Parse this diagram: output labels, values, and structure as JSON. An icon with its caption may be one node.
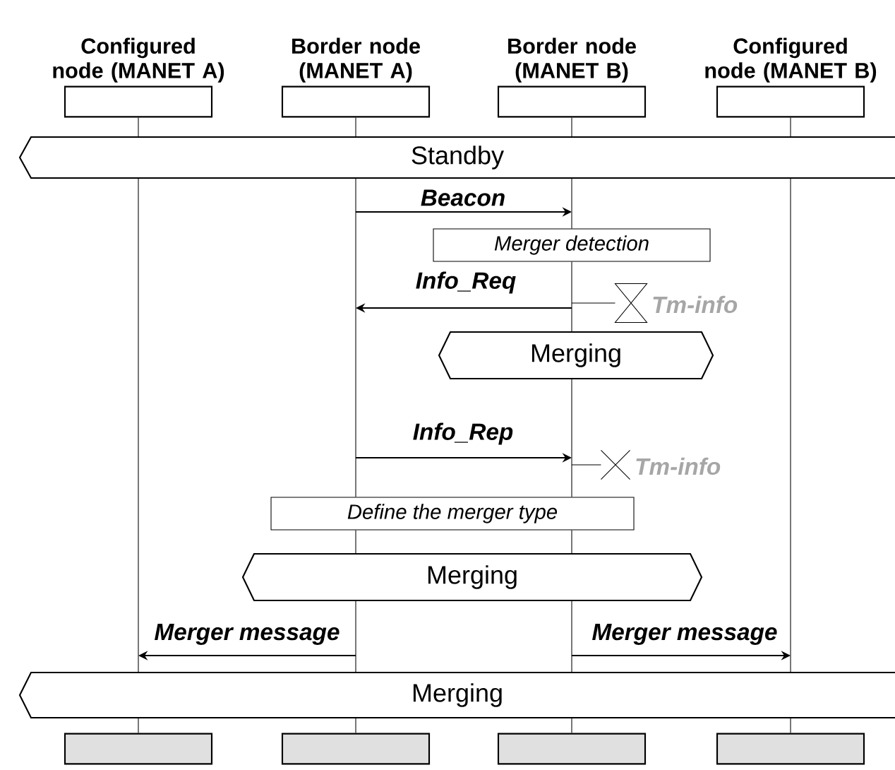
{
  "diagram": {
    "nodes": [
      {
        "text": [
          "Configured node (MANET A)"
        ]
      },
      {
        "text": [
          "Border node (MANET A)"
        ]
      },
      {
        "text": [
          "Border node (MANET B)"
        ]
      },
      {
        "text": [
          "Configured node (MANET B)"
        ]
      },
      {
        "text": [
          "Standby"
        ]
      },
      {
        "text": [
          "Merger detection"
        ]
      },
      {
        "text": [],
        "shape": "hourglass",
        "beside": [
          "Tm-info"
        ]
      },
      {
        "text": [
          "Merging"
        ]
      },
      {
        "text": [],
        "shape": "cross",
        "beside": [
          "Tm-info"
        ]
      },
      {
        "text": [
          "Define the merger type"
        ]
      },
      {
        "text": [
          "Merging"
        ]
      },
      {
        "text": [
          "Merging"
        ]
      },
      {
        "text": [],
        "shape": "box"
      },
      {
        "text": [],
        "shape": "box"
      },
      {
        "text": [],
        "shape": "box"
      },
      {
        "text": [],
        "shape": "box"
      }
    ],
    "edges": [
      {
        "from": 0,
        "to": 4,
        "arrow": "none"
      },
      {
        "from": 4,
        "to": 11,
        "arrow": "none"
      },
      {
        "from": 11,
        "to": 12,
        "arrow": "none"
      },
      {
        "from": 1,
        "to": 4,
        "arrow": "none"
      },
      {
        "from": 4,
        "to": 9,
        "arrow": "none"
      },
      {
        "from": 9,
        "to": 10,
        "arrow": "none"
      },
      {
        "from": 10,
        "to": 11,
        "arrow": "none"
      },
      {
        "from": 11,
        "to": 13,
        "arrow": "none"
      },
      {
        "from": 2,
        "to": 4,
        "arrow": "none"
      },
      {
        "from": 4,
        "to": 5,
        "arrow": "none"
      },
      {
        "from": 5,
        "to": 7,
        "arrow": "none"
      },
      {
        "from": 7,
        "to": 9,
        "arrow": "none"
      },
      {
        "from": 9,
        "to": 10,
        "arrow": "none"
      },
      {
        "from": 10,
        "to": 11,
        "arrow": "none"
      },
      {
        "from": 11,
        "to": 14,
        "arrow": "none"
      },
      {
        "from": 3,
        "to": 4,
        "arrow": "none"
      },
      {
        "from": 4,
        "to": 11,
        "arrow": "none"
      },
      {
        "from": 11,
        "to": 15,
        "arrow": "none"
      },
      {
        "from": null,
        "to": 6,
        "arrow": "none"
      },
      {
        "from": null,
        "to": 8,
        "arrow": "none"
      }
    ],
    "labels": [
      "Beacon",
      "Info_Req",
      "Info_Rep",
      "Merger message",
      "Merger message"
    ]
  }
}
